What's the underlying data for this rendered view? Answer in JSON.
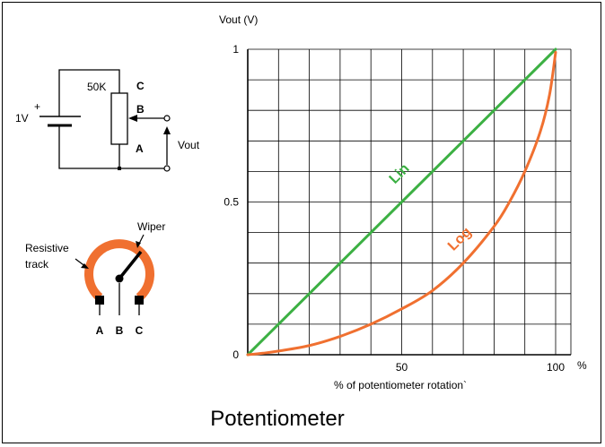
{
  "title": "Potentiometer",
  "circuit": {
    "voltage_label": "1V",
    "plus_sign": "+",
    "resistance_label": "50K",
    "pin_c": "C",
    "pin_b": "B",
    "pin_a": "A",
    "output_label": "Vout"
  },
  "track": {
    "resistive_line1": "Resistive",
    "resistive_line2": "track",
    "wiper_label": "Wiper",
    "pin_a": "A",
    "pin_b": "B",
    "pin_c": "C",
    "track_color": "#F07030"
  },
  "chart_data": {
    "type": "line",
    "ylabel": "Vout (V)",
    "xlabel": "% of potentiometer rotation`",
    "xunit": "%",
    "xlim": [
      0,
      100
    ],
    "ylim": [
      0,
      1
    ],
    "x_ticks": [
      {
        "value": 50,
        "label": "50"
      },
      {
        "value": 100,
        "label": "100"
      }
    ],
    "y_ticks": [
      {
        "value": 0,
        "label": "0"
      },
      {
        "value": 0.5,
        "label": "0.5"
      },
      {
        "value": 1,
        "label": "1"
      }
    ],
    "grid": true,
    "grid_columns": 10,
    "grid_rows": 10,
    "series": [
      {
        "name": "Lin",
        "color": "#3CB043",
        "points": [
          [
            0,
            0
          ],
          [
            100,
            1
          ]
        ]
      },
      {
        "name": "Log",
        "color": "#F07030",
        "points": [
          [
            0,
            0
          ],
          [
            5,
            0.005
          ],
          [
            10,
            0.012
          ],
          [
            20,
            0.03
          ],
          [
            30,
            0.06
          ],
          [
            40,
            0.1
          ],
          [
            50,
            0.15
          ],
          [
            60,
            0.21
          ],
          [
            70,
            0.3
          ],
          [
            80,
            0.42
          ],
          [
            85,
            0.5
          ],
          [
            90,
            0.6
          ],
          [
            95,
            0.73
          ],
          [
            98,
            0.85
          ],
          [
            100,
            0.99
          ]
        ]
      }
    ]
  }
}
